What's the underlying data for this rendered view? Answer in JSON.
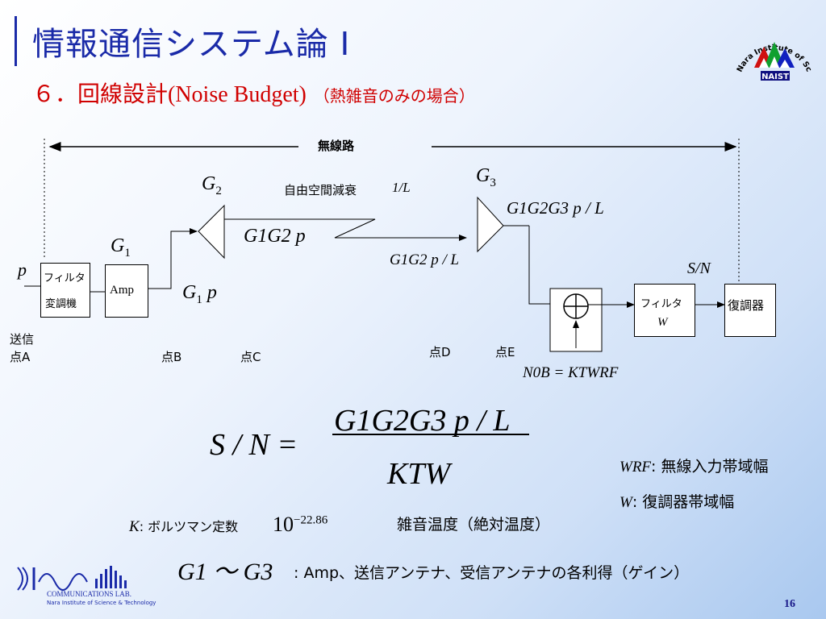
{
  "slide": {
    "title_jp": "情報通信システム論",
    "title_roman": "Ⅰ",
    "subtitle_num": "６．回線設計",
    "subtitle_en": "(Noise Budget)",
    "subtitle_note": "（熱雑音のみの場合）",
    "page_number": "16"
  },
  "logo": {
    "naist_ring": "Nara Institute of Science and Technology",
    "naist_label": "NAIST",
    "lab_name": "COMMUNICATIONS LAB.",
    "lab_sub": "Nara Institute of Science & Technology"
  },
  "diagram": {
    "wireless_path": "無線路",
    "free_space_loss": "自由空間減衰",
    "loss_value": "1/L",
    "input_p": "p",
    "filter_mod_1": "フィルタ",
    "filter_mod_2": "変調機",
    "amp": "Amp",
    "g1": "G",
    "g1_sub": "1",
    "g2": "G",
    "g2_sub": "2",
    "g3": "G",
    "g3_sub": "3",
    "g1p": "G",
    "g1p_sub": "1",
    "g1p_tail": "p",
    "g1g2p": "G1G2 p",
    "g1g2p_over_l": "G1G2 p / L",
    "g1g2g3p_over_l": "G1G2G3 p / L",
    "sn": "S/N",
    "filter_w_1": "フィルタ",
    "filter_w_2": "W",
    "demod": "復調器",
    "noise": "N0B = KTWRF",
    "tx_label_1": "送信",
    "tx_label_2": "点A",
    "point_b": "点B",
    "point_c": "点C",
    "point_d": "点D",
    "point_e": "点E"
  },
  "equation": {
    "lhs": "S / N =",
    "numerator": "G1G2G3 p / L",
    "denominator": "KTW",
    "wrf_label": "WRF",
    "wrf_desc": ": 無線入力帯域幅",
    "w_label": "W",
    "w_desc": ": 復調器帯域幅",
    "k_label": "K",
    "k_desc": ": ボルツマン定数",
    "k_value_base": "10",
    "k_value_exp": "−22.86",
    "noise_temp": "雑音温度（絶対温度）",
    "g_range": "G1 ～ G3",
    "g_desc": ": Amp、送信アンテナ、受信アンテナの各利得（ゲイン）"
  }
}
